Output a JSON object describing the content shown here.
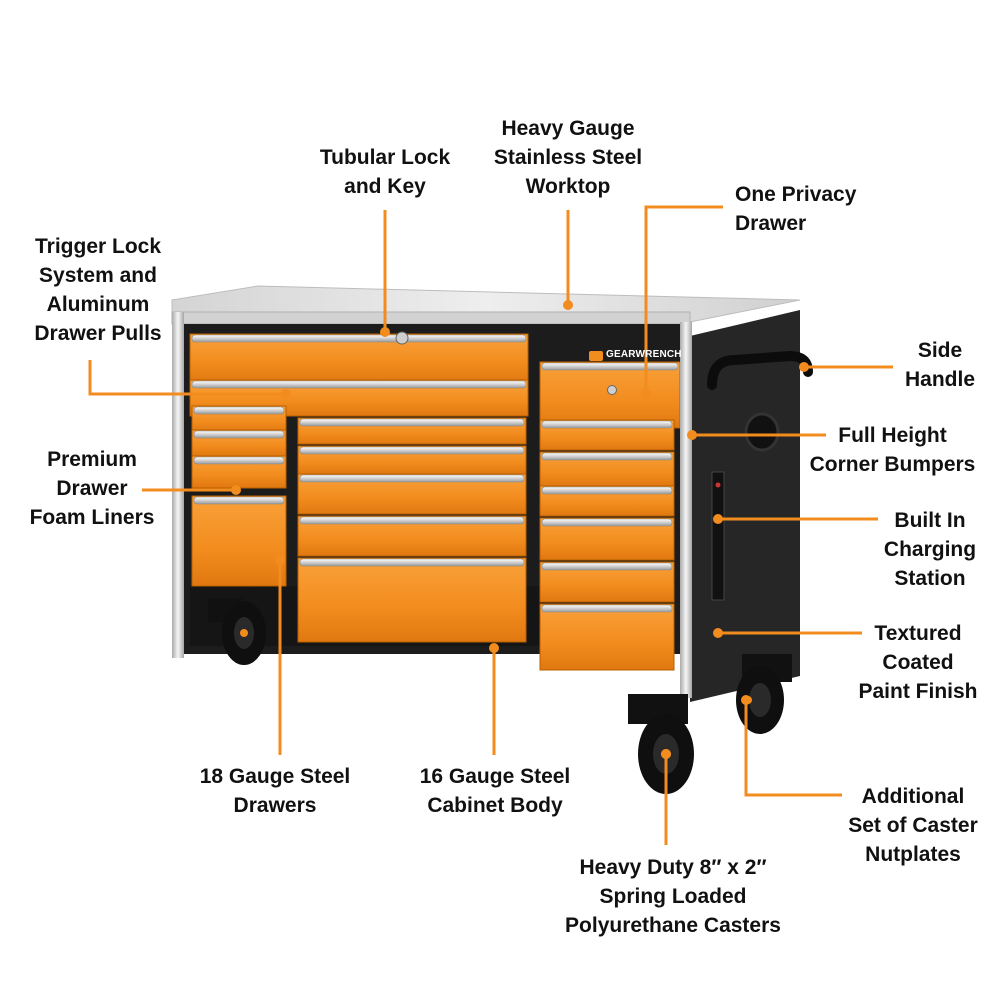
{
  "colors": {
    "accent": "#f28c1e",
    "drawer_orange": "#f7941d",
    "cabinet_black": "#1c1c1c",
    "chrome": "#d9d9d9",
    "worktop": "#e6e6e6"
  },
  "brand": {
    "logo_text": "GEARWRENCH"
  },
  "labels": {
    "trigger_lock": "Trigger Lock\nSystem and\nAluminum\nDrawer Pulls",
    "tubular_lock": "Tubular Lock\nand Key",
    "worktop": "Heavy Gauge\nStainless Steel\nWorktop",
    "privacy_drawer": "One Privacy\nDrawer",
    "side_handle": "Side\nHandle",
    "corner_bumpers": "Full Height\nCorner Bumpers",
    "charging_station": "Built In\nCharging\nStation",
    "paint_finish": "Textured\nCoated\nPaint Finish",
    "caster_nutplates": "Additional\nSet of Caster\nNutplates",
    "casters": "Heavy Duty 8″ x 2″\nSpring Loaded\nPolyurethane Casters",
    "cabinet_body": "16 Gauge Steel\nCabinet Body",
    "steel_drawers": "18 Gauge Steel\nDrawers",
    "foam_liners": "Premium\nDrawer\nFoam Liners"
  }
}
